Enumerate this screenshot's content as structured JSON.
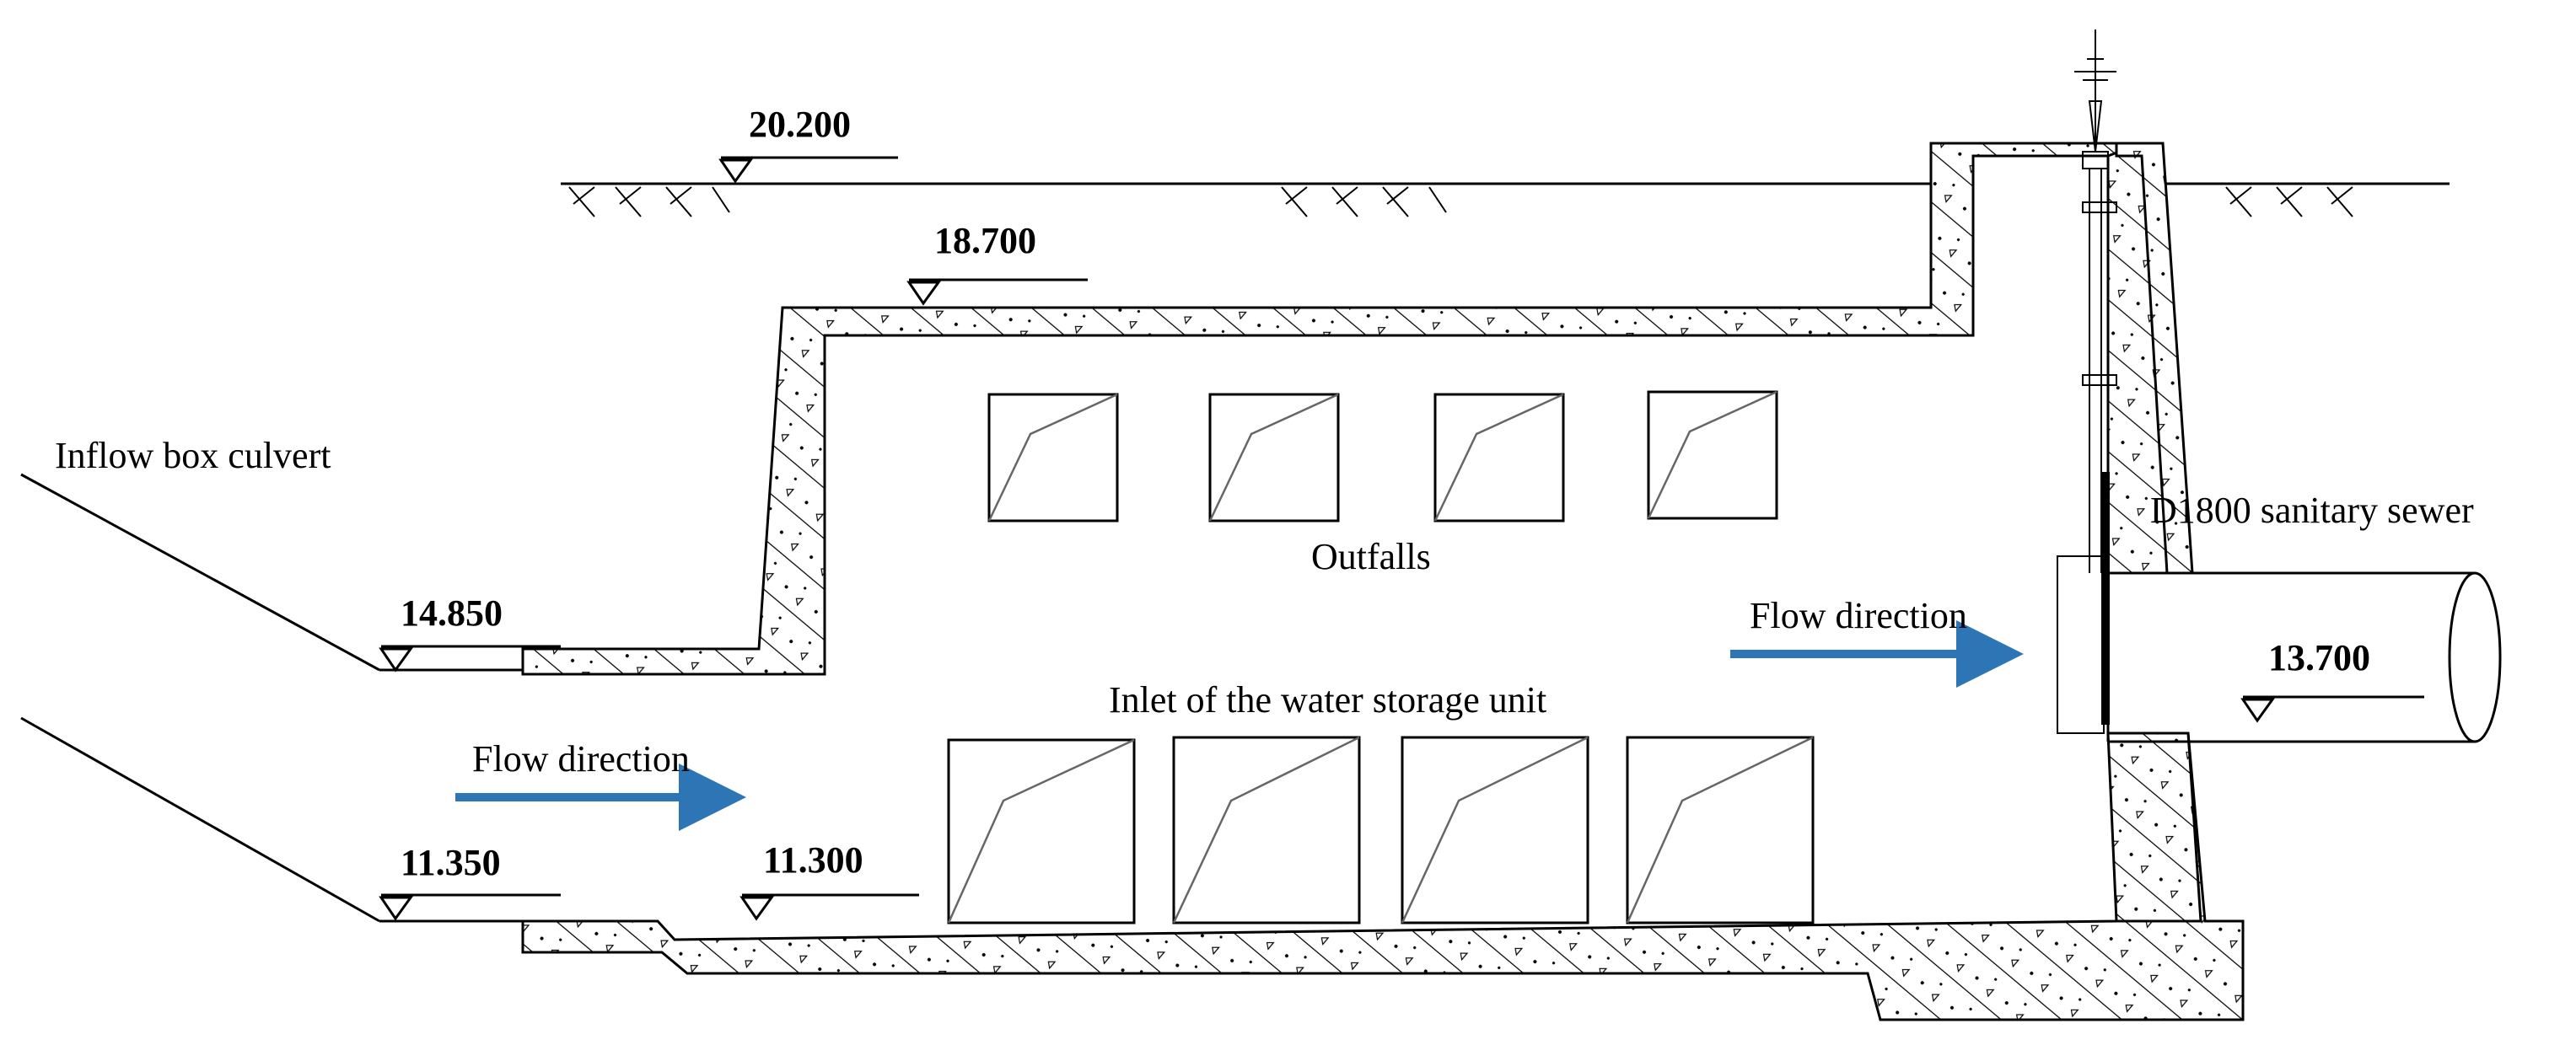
{
  "labels": {
    "inflow_box_culvert": "Inflow box culvert",
    "outfalls": "Outfalls",
    "inlet_storage": "Inlet of the water storage unit",
    "sanitary_sewer": "D1800 sanitary sewer",
    "flow_direction_lower": "Flow direction",
    "flow_direction_upper": "Flow direction"
  },
  "elevations": {
    "ground": "20.200",
    "roof": "18.700",
    "culvert_top": "14.850",
    "culvert_bottom": "11.350",
    "chamber_floor": "11.300",
    "sewer_invert": "13.700"
  },
  "colors": {
    "line": "#000000",
    "arrow": "#2e75b6"
  },
  "icons": {
    "elevation_marker": "inverted-triangle-icon",
    "flow_arrow": "right-arrow-icon",
    "outfall_gate": "gate-box-icon",
    "ground_hatch": "earth-hatch-icon",
    "valve": "valve-wheel-icon"
  }
}
